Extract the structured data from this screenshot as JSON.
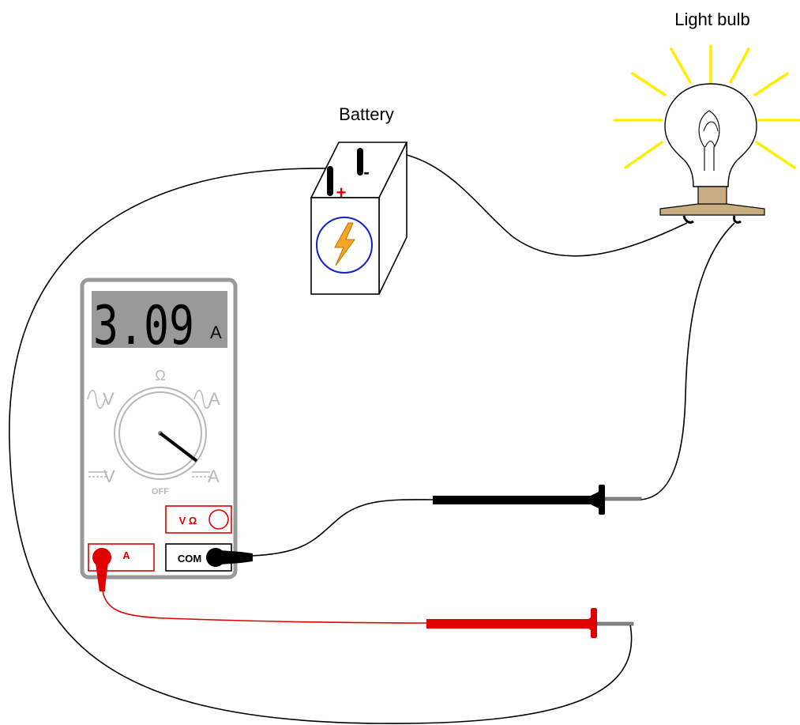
{
  "labels": {
    "battery": "Battery",
    "light_bulb": "Light bulb"
  },
  "battery": {
    "positive_terminal": "+",
    "negative_terminal": "-",
    "icon": "lightning-bolt-icon"
  },
  "multimeter": {
    "display": {
      "value": "3.09",
      "unit": "A"
    },
    "dial": {
      "top": "Ω",
      "off": "OFF",
      "left_top": "V",
      "left_bottom": "V",
      "right_top": "A",
      "right_bottom": "A",
      "selected": "right_bottom"
    },
    "jacks": {
      "volt_ohm": "V Ω",
      "common": "COM",
      "amps": "A"
    }
  },
  "colors": {
    "display_bg": "#999999",
    "meter_body": "#999999",
    "dial": "#b8b8b8",
    "red_lead": "#e00000",
    "bulb_glow": "#ffee00",
    "bolt": "#f5a623",
    "battery_circle": "#1020d0",
    "bulb_base": "#c8ad83"
  }
}
